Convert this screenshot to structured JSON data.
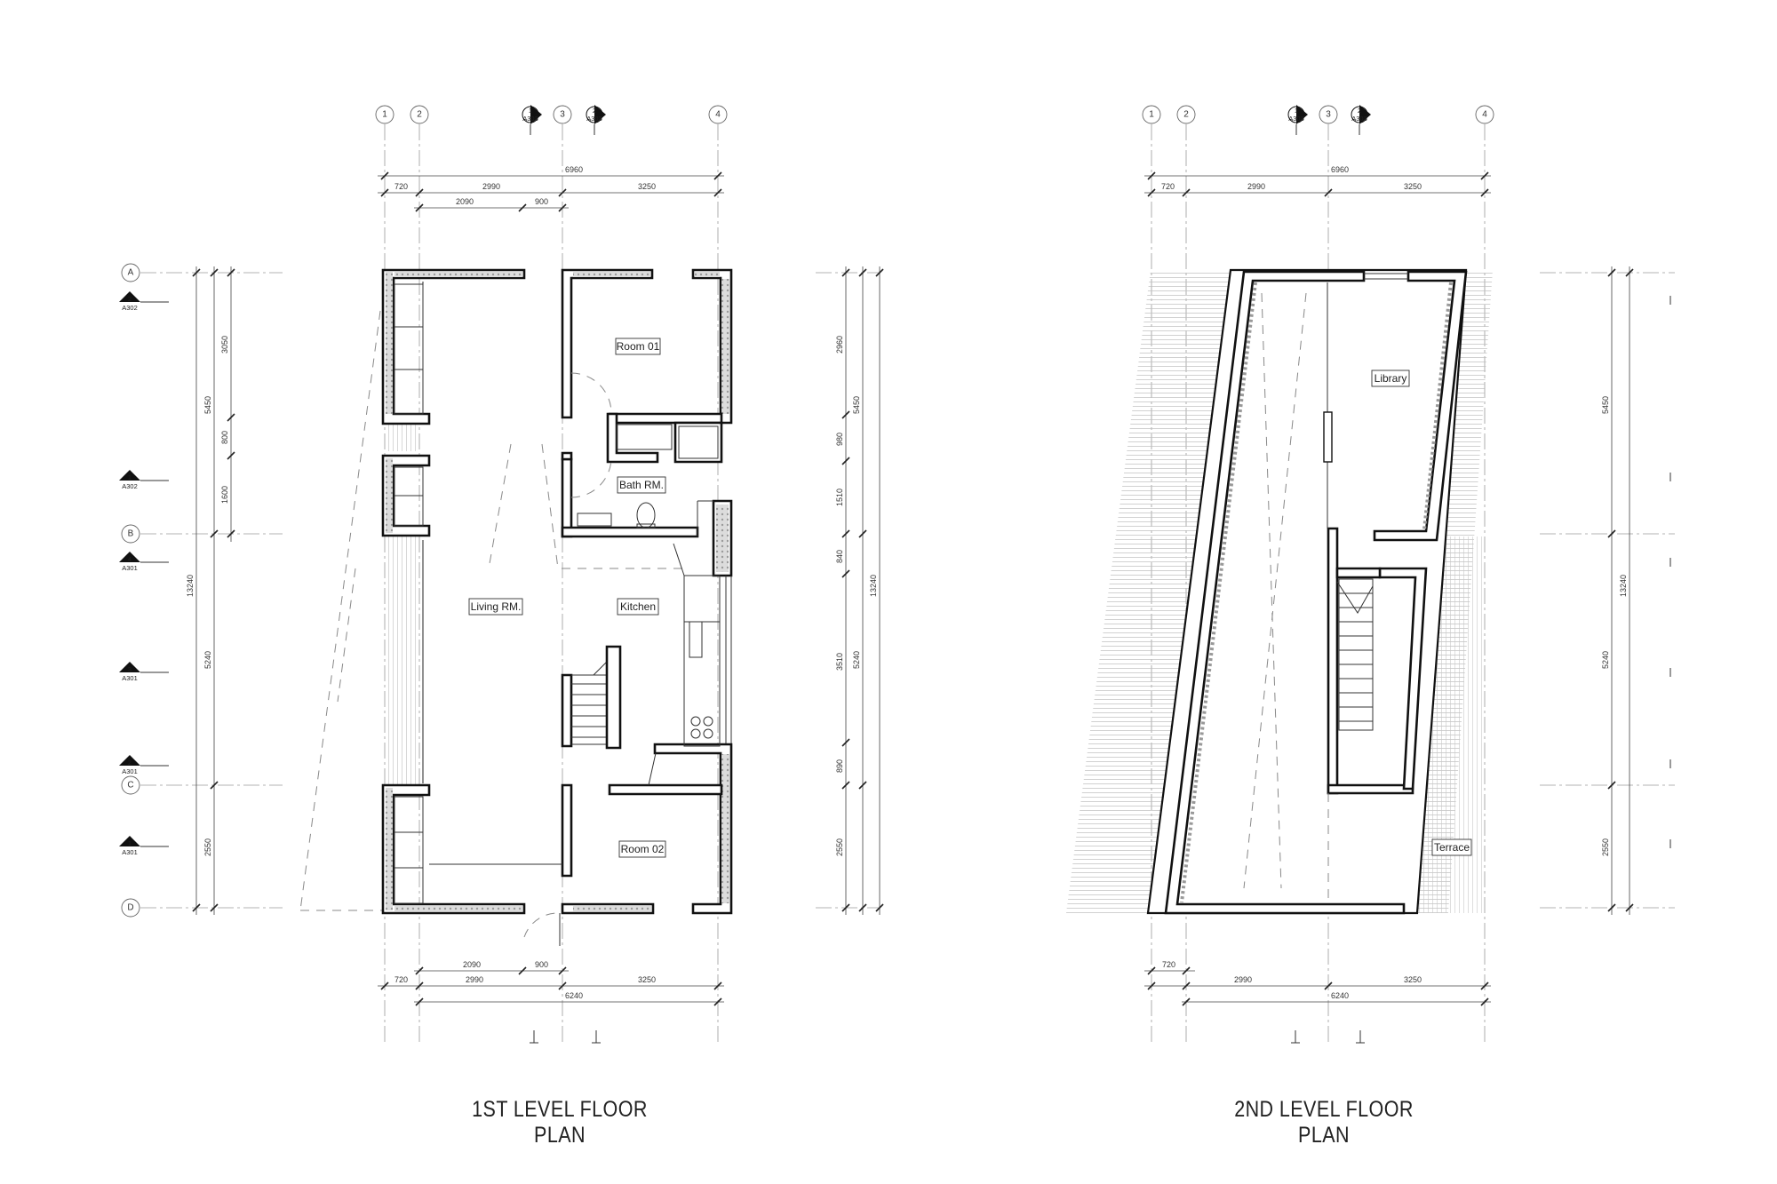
{
  "plans": [
    {
      "title": "1ST LEVEL FLOOR PLAN",
      "grid_columns": [
        "1",
        "2",
        "3",
        "4"
      ],
      "grid_rows": [
        "A",
        "B",
        "C",
        "D"
      ],
      "section_marks_top": [
        {
          "num": "1",
          "ref": "A303"
        },
        {
          "num": "2",
          "ref": "A303"
        }
      ],
      "section_marks_left": [
        {
          "num": "2",
          "ref": "A302"
        },
        {
          "num": "1",
          "ref": "A302"
        },
        {
          "num": "4",
          "ref": "A301"
        },
        {
          "num": "3",
          "ref": "A301"
        },
        {
          "num": "2",
          "ref": "A301"
        },
        {
          "num": "1",
          "ref": "A301"
        }
      ],
      "dims_top": {
        "overall": "6960",
        "seg1": "720",
        "seg2": "2990",
        "seg3": "3250",
        "sub1": "2090",
        "sub2": "900"
      },
      "dims_bottom": {
        "sub1": "2090",
        "sub2": "900",
        "seg1": "720",
        "seg2": "2990",
        "seg3": "3250",
        "overall": "6240"
      },
      "dims_left": {
        "overall": "13240",
        "a": "5450",
        "b": "5240",
        "c": "2550",
        "d": "3050",
        "e": "800",
        "f": "1600"
      },
      "dims_right": {
        "a": "2960",
        "b": "980",
        "c": "1510",
        "d": "840",
        "e": "3510",
        "f": "890",
        "g": "2550",
        "h": "5450",
        "i": "5240",
        "overall": "13240"
      },
      "rooms": [
        "Room 01",
        "Bath RM.",
        "Living RM.",
        "Kitchen",
        "Room 02"
      ]
    },
    {
      "title": "2ND LEVEL FLOOR PLAN",
      "grid_columns": [
        "1",
        "2",
        "3",
        "4"
      ],
      "section_marks_top": [
        {
          "num": "1",
          "ref": "A303"
        },
        {
          "num": "2",
          "ref": "A303"
        }
      ],
      "dims_top": {
        "overall": "6960",
        "seg1": "720",
        "seg2": "2990",
        "seg3": "3250"
      },
      "dims_bottom": {
        "seg1": "720",
        "seg2": "2990",
        "seg3": "3250",
        "overall": "6240"
      },
      "dims_right": {
        "a": "5450",
        "b": "13240",
        "c": "5240",
        "d": "2550"
      },
      "rooms": [
        "Library",
        "Terrace"
      ]
    }
  ]
}
